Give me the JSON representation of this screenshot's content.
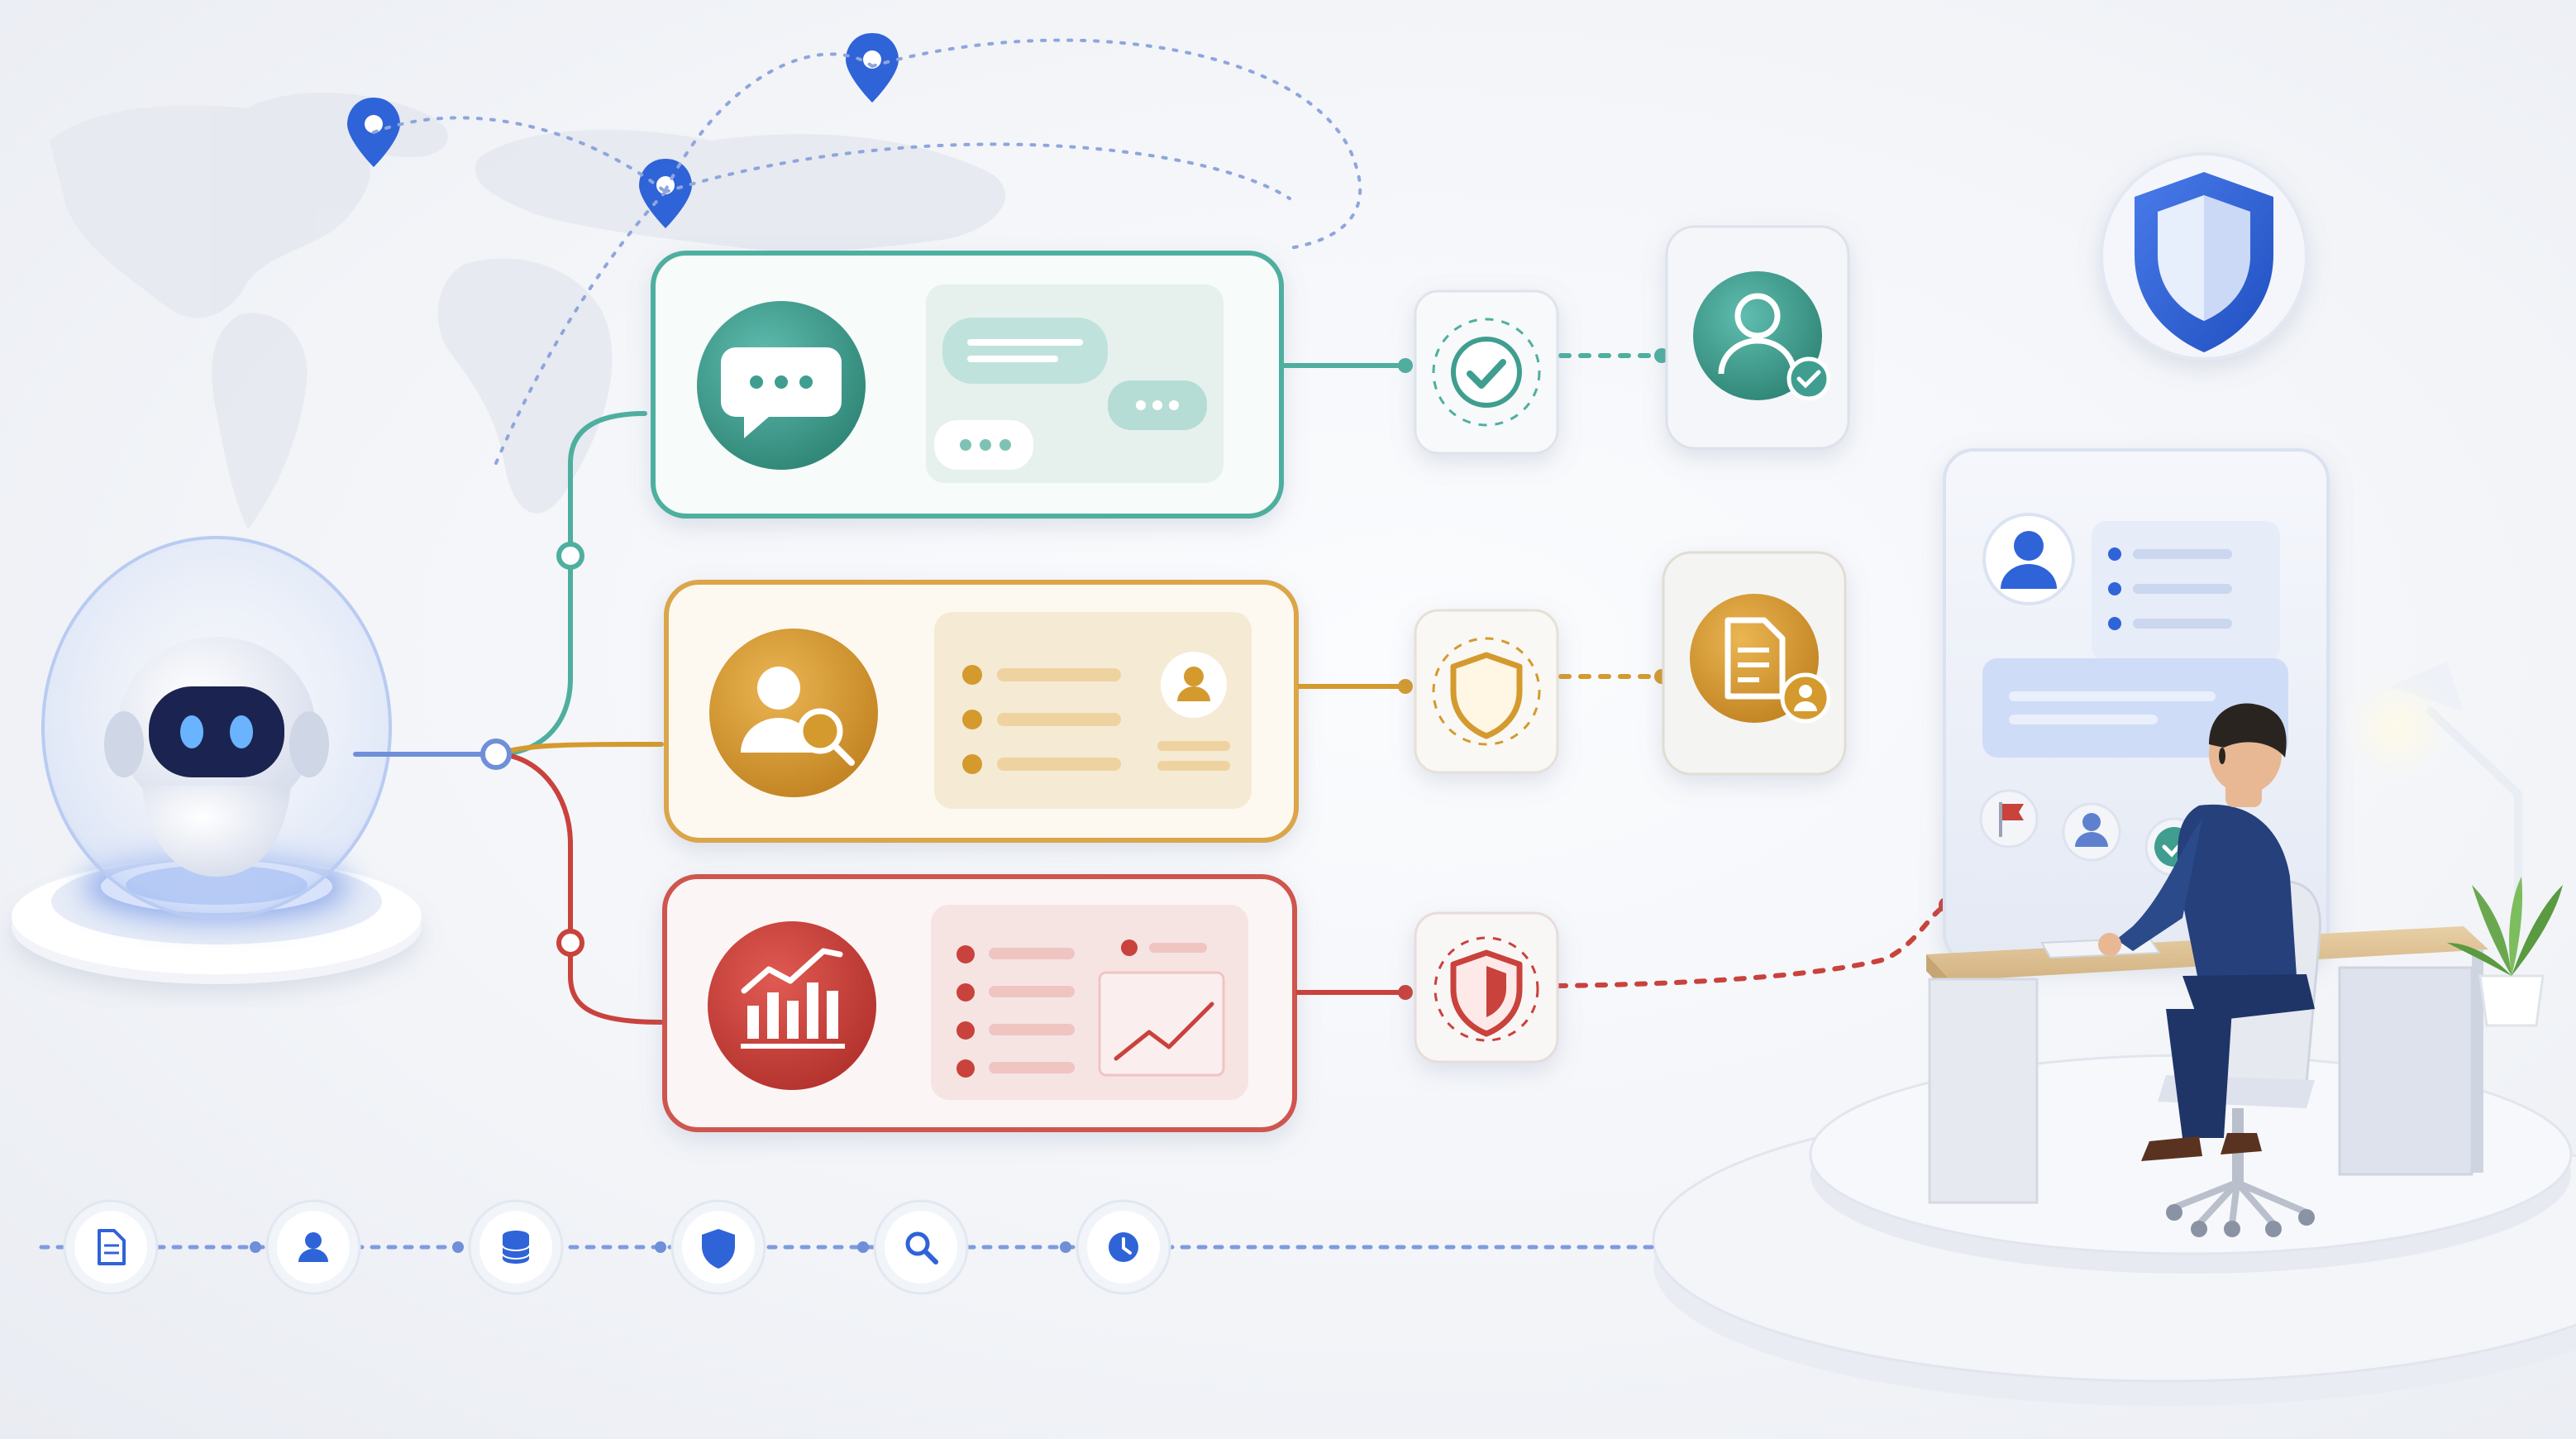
{
  "colors": {
    "teal": "#3f9e8f",
    "teal_light": "#bfe3dc",
    "gold": "#d49a2e",
    "gold_light": "#f3dfb6",
    "red": "#c9423c",
    "red_light": "#f3c9c6",
    "blue": "#2f63d8",
    "blue_light": "#cfdcf7",
    "dot_line": "#6f8fd8"
  },
  "branches": [
    {
      "id": "chat",
      "color": "teal",
      "icon": "chat-bubble-icon",
      "check_icon": "check-circle-icon",
      "result_icon": "user-check-icon"
    },
    {
      "id": "profile",
      "color": "gold",
      "icon": "user-search-icon",
      "check_icon": "shield-icon",
      "result_icon": "document-user-icon"
    },
    {
      "id": "analytics",
      "color": "red",
      "icon": "bar-chart-icon",
      "check_icon": "shield-icon",
      "result_icon": ""
    }
  ],
  "pipeline": [
    {
      "icon": "document-icon"
    },
    {
      "icon": "user-icon"
    },
    {
      "icon": "database-icon"
    },
    {
      "icon": "shield-icon"
    },
    {
      "icon": "search-icon"
    },
    {
      "icon": "clock-icon"
    }
  ],
  "map_pins": 3,
  "dashboard": {
    "action_icons": [
      "flag-icon",
      "user-icon",
      "check-circle-icon"
    ]
  }
}
